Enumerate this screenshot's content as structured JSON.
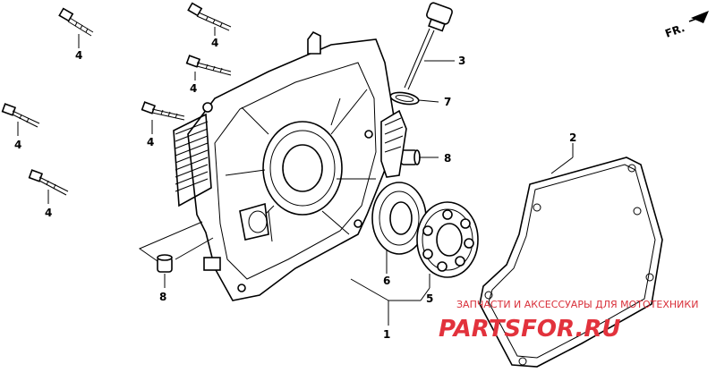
{
  "direction_label": "FR.",
  "callouts": {
    "bolt_a": "4",
    "bolt_b": "4",
    "bolt_c": "4",
    "bolt_d": "4",
    "bolt_e": "4",
    "bolt_f": "4",
    "dowel_left": "8",
    "dowel_right": "8",
    "dipstick": "3",
    "oring": "7",
    "gasket": "2",
    "seal": "6",
    "bearing": "5",
    "assembly": "1"
  },
  "watermark": {
    "tagline": "ЗАПЧАСТИ И АКСЕССУАРЫ ДЛЯ МОТОТЕХНИКИ",
    "brand": "PARTSFOR.RU"
  },
  "colors": {
    "ink": "#000000",
    "watermark": "#e2323c"
  }
}
